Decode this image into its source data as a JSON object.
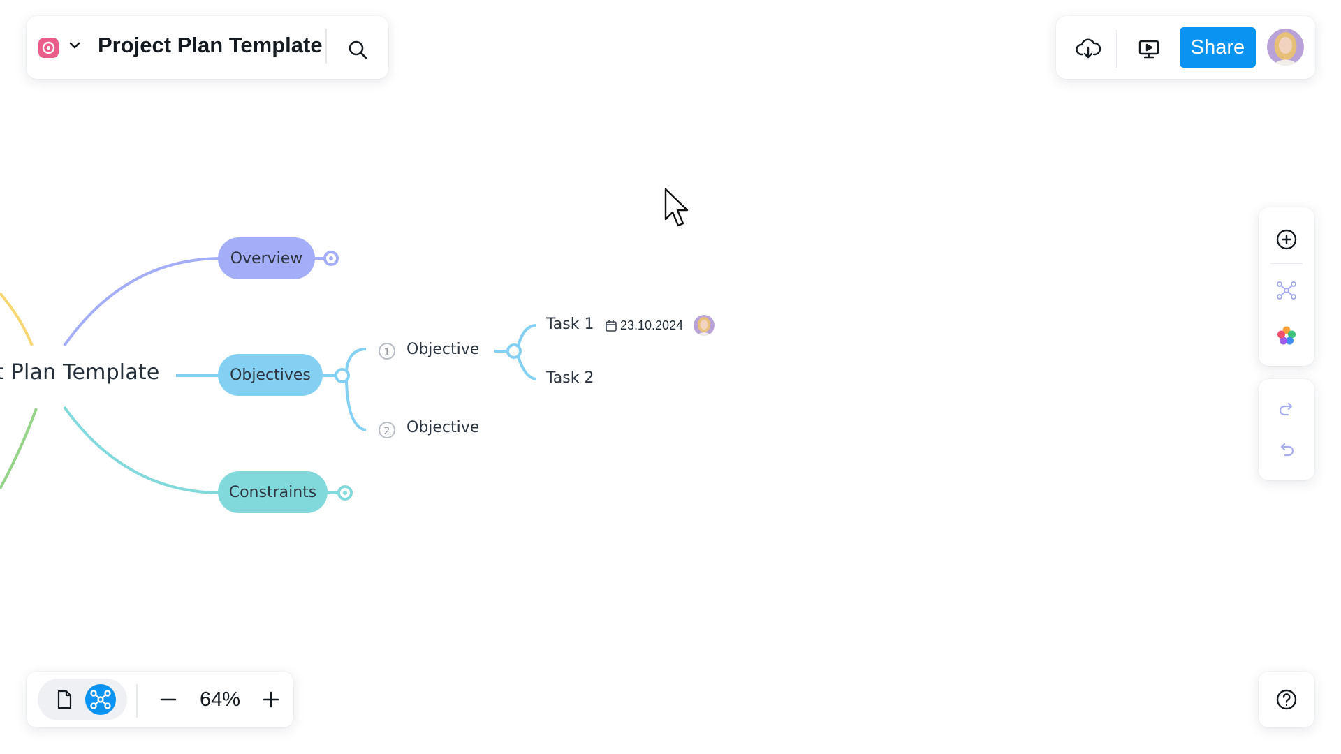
{
  "document": {
    "title": "Project Plan Template"
  },
  "toolbar": {
    "share_label": "Share"
  },
  "zoom": {
    "level": "64%"
  },
  "mindmap": {
    "root": "t Plan Template",
    "branches": [
      {
        "label": "Overview",
        "color": "#a4adf7"
      },
      {
        "label": "Objectives",
        "color": "#83d0f3"
      },
      {
        "label": "Constraints",
        "color": "#82d9dc"
      }
    ],
    "objectives": [
      {
        "number": "1",
        "label": "Objective"
      },
      {
        "number": "2",
        "label": "Objective"
      }
    ],
    "tasks": [
      {
        "label": "Task 1",
        "date": "23.10.2024"
      },
      {
        "label": "Task 2"
      }
    ]
  },
  "icons": {
    "logo": "app-logo-icon",
    "menu": "chevron-down-icon",
    "search": "search-icon",
    "download": "cloud-download-icon",
    "present": "presentation-play-icon",
    "add": "plus-circle-icon",
    "structure": "mindmap-structure-icon",
    "theme": "color-palette-icon",
    "redo": "redo-icon",
    "undo": "undo-icon",
    "document_view": "document-icon",
    "mindmap_view": "mindmap-icon",
    "zoom_out": "minus-icon",
    "zoom_in": "plus-icon",
    "help": "help-icon",
    "cursor": "mouse-pointer-icon"
  },
  "colors": {
    "accent": "#0a93f0",
    "logo": "#e85d8a",
    "branch_left_top": "#f7d774",
    "branch_left_bottom": "#96d48a"
  }
}
